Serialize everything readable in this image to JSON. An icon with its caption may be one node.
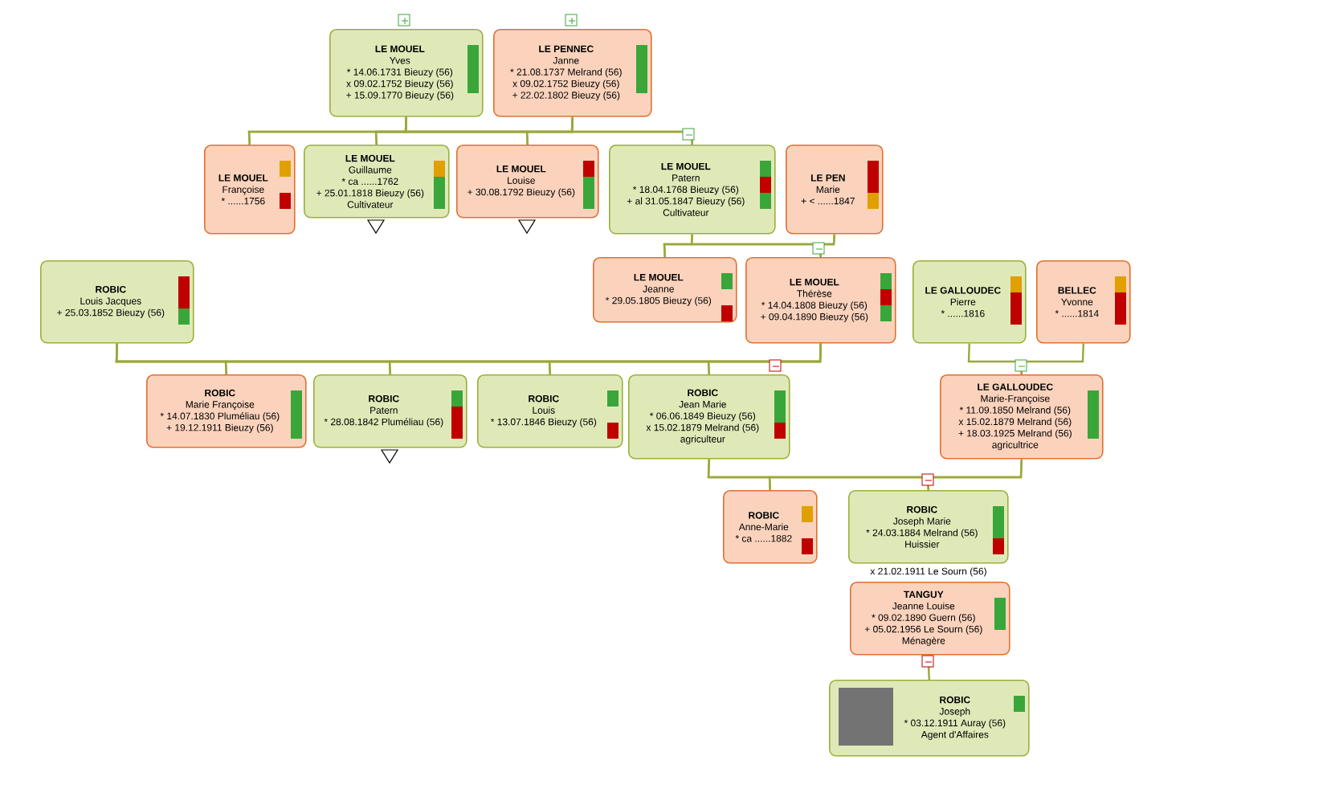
{
  "diagram": {
    "nodes": [
      {
        "text": [
          "LE MOUEL",
          "Yves",
          "* 14.06.1731 Bieuzy (56)",
          "x 09.02.1752 Bieuzy (56)",
          "+ 15.09.1770 Bieuzy (56)"
        ]
      },
      {
        "text": [
          "LE PENNEC",
          "Janne",
          "* 21.08.1737 Melrand (56)",
          "x 09.02.1752 Bieuzy (56)",
          "+ 22.02.1802 Bieuzy (56)"
        ]
      },
      {
        "text": [
          "LE MOUEL",
          "Françoise",
          "* ......1756"
        ]
      },
      {
        "text": [
          "LE MOUEL",
          "Guillaume",
          "* ca ......1762",
          "+ 25.01.1818 Bieuzy (56)",
          "Cultivateur"
        ]
      },
      {
        "text": [
          "LE MOUEL",
          "Louise",
          "+ 30.08.1792 Bieuzy (56)"
        ]
      },
      {
        "text": [
          "LE MOUEL",
          "Patern",
          "* 18.04.1768 Bieuzy (56)",
          "+ al 31.05.1847 Bieuzy (56)",
          "Cultivateur"
        ]
      },
      {
        "text": [
          "LE PEN",
          "Marie",
          "+ < ......1847"
        ]
      },
      {
        "text": [
          "LE MOUEL",
          "Jeanne",
          "* 29.05.1805 Bieuzy (56)"
        ]
      },
      {
        "text": [
          "LE MOUEL",
          "Thérèse",
          "* 14.04.1808 Bieuzy (56)",
          "+ 09.04.1890 Bieuzy (56)"
        ]
      },
      {
        "text": [
          "ROBIC",
          "Louis Jacques",
          "+ 25.03.1852 Bieuzy (56)"
        ]
      },
      {
        "text": [
          "LE GALLOUDEC",
          "Pierre",
          "* ......1816"
        ]
      },
      {
        "text": [
          "BELLEC",
          "Yvonne",
          "* ......1814"
        ]
      },
      {
        "text": [
          "ROBIC",
          "Marie Françoise",
          "* 14.07.1830 Pluméliau (56)",
          "+ 19.12.1911 Bieuzy (56)"
        ]
      },
      {
        "text": [
          "ROBIC",
          "Patern",
          "* 28.08.1842 Pluméliau (56)"
        ]
      },
      {
        "text": [
          "ROBIC",
          "Louis",
          "* 13.07.1846 Bieuzy (56)"
        ]
      },
      {
        "text": [
          "ROBIC",
          "Jean Marie",
          "* 06.06.1849 Bieuzy (56)",
          "x 15.02.1879 Melrand (56)",
          "agriculteur"
        ]
      },
      {
        "text": [
          "LE GALLOUDEC",
          "Marie-Françoise",
          "* 11.09.1850 Melrand (56)",
          "x 15.02.1879 Melrand (56)",
          "+ 18.03.1925 Melrand (56)",
          "agricultrice"
        ]
      },
      {
        "text": [
          "ROBIC",
          "Anne-Marie",
          "* ca ......1882"
        ]
      },
      {
        "text": [
          "ROBIC",
          "Joseph Marie",
          "* 24.03.1884 Melrand (56)",
          "Huissier"
        ]
      },
      {
        "text": [
          "TANGUY",
          "Jeanne Louise",
          "* 09.02.1890 Guern (56)",
          "+ 05.02.1956 Le Sourn (56)",
          "Ménagère"
        ]
      },
      {
        "text": [
          "ROBIC",
          "Joseph",
          "* 03.12.1911 Auray (56)",
          "Agent d'Affaires"
        ]
      }
    ],
    "edges": [
      {
        "from": 0,
        "to": 2,
        "arrow": "none"
      },
      {
        "from": 1,
        "to": 2,
        "arrow": "none"
      },
      {
        "from": 0,
        "to": 3,
        "arrow": "none"
      },
      {
        "from": 1,
        "to": 3,
        "arrow": "none"
      },
      {
        "from": 0,
        "to": 4,
        "arrow": "none"
      },
      {
        "from": 1,
        "to": 4,
        "arrow": "none"
      },
      {
        "from": 0,
        "to": 5,
        "arrow": "none"
      },
      {
        "from": 1,
        "to": 5,
        "arrow": "none"
      },
      {
        "from": 5,
        "to": 7,
        "arrow": "none"
      },
      {
        "from": 6,
        "to": 7,
        "arrow": "none"
      },
      {
        "from": 5,
        "to": 8,
        "arrow": "none"
      },
      {
        "from": 6,
        "to": 8,
        "arrow": "none"
      },
      {
        "from": 9,
        "to": 12,
        "arrow": "none"
      },
      {
        "from": 8,
        "to": 12,
        "arrow": "none"
      },
      {
        "from": 9,
        "to": 13,
        "arrow": "none"
      },
      {
        "from": 8,
        "to": 13,
        "arrow": "none"
      },
      {
        "from": 9,
        "to": 14,
        "arrow": "none"
      },
      {
        "from": 8,
        "to": 14,
        "arrow": "none"
      },
      {
        "from": 9,
        "to": 15,
        "arrow": "none"
      },
      {
        "from": 8,
        "to": 15,
        "arrow": "none"
      },
      {
        "from": 10,
        "to": 16,
        "arrow": "none"
      },
      {
        "from": 11,
        "to": 16,
        "arrow": "none"
      },
      {
        "from": 15,
        "to": 17,
        "arrow": "none"
      },
      {
        "from": 16,
        "to": 17,
        "arrow": "none"
      },
      {
        "from": 15,
        "to": 18,
        "arrow": "none"
      },
      {
        "from": 16,
        "to": 18,
        "arrow": "none"
      },
      {
        "from": 19,
        "to": 20,
        "arrow": "none"
      }
    ],
    "labels": [
      "x 21.02.1911 Le Sourn (56)"
    ]
  }
}
